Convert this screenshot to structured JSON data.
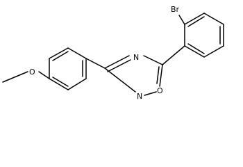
{
  "structure": {
    "atoms": {
      "bromine": "Br",
      "oxygen_ring": "O",
      "nitrogen_top": "N",
      "nitrogen_bottom": "N",
      "oxygen_methoxy": "O"
    },
    "colors": {
      "bond": "#000000",
      "label": "#000000",
      "background": "#ffffff"
    }
  }
}
